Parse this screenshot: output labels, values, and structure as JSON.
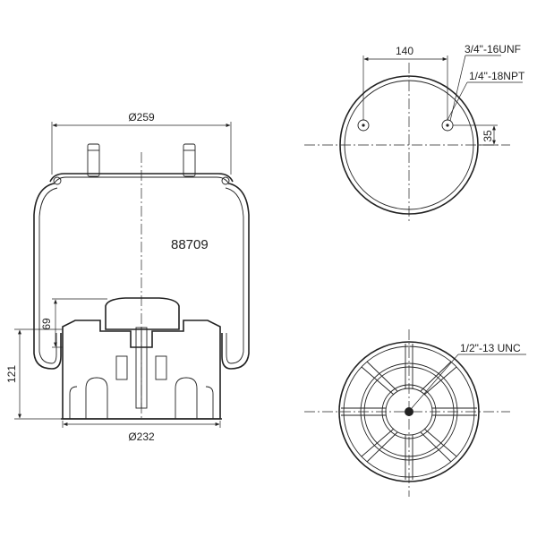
{
  "drawing": {
    "part_number": "88709",
    "dimensions": {
      "top_diameter": "Ø259",
      "bottom_diameter": "Ø232",
      "overall_height": "121",
      "piston_height": "69",
      "stud_spacing": "140",
      "stud_offset": "35"
    },
    "thread_labels": {
      "stud_thread": "3/4\"-16UNF",
      "air_fitting": "1/4\"-18NPT",
      "bottom_thread": "1/2\"-13 UNC"
    }
  }
}
